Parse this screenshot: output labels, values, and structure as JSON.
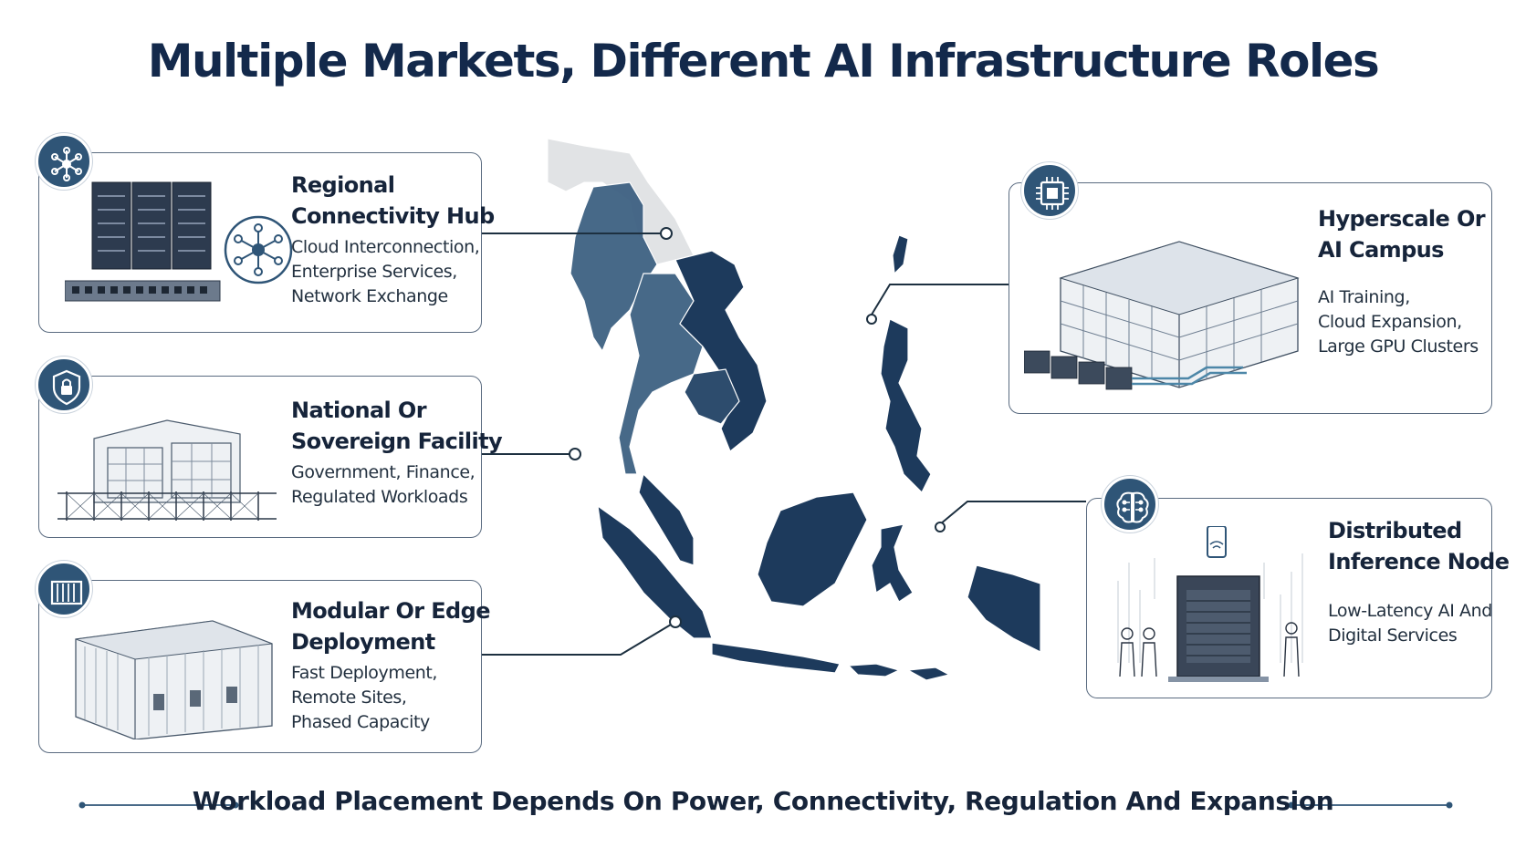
{
  "title": "Multiple Markets, Different AI Infrastructure Roles",
  "cards": [
    {
      "heading": [
        "Regional",
        "Connectivity Hub"
      ],
      "desc": [
        "Cloud Interconnection,",
        "Enterprise Services,",
        "Network Exchange"
      ],
      "icon": "network-hub-icon"
    },
    {
      "heading": [
        "National Or",
        "Sovereign Facility"
      ],
      "desc": [
        "Government, Finance,",
        "Regulated Workloads"
      ],
      "icon": "shield-lock-icon"
    },
    {
      "heading": [
        "Modular Or Edge",
        "Deployment"
      ],
      "desc": [
        "Fast Deployment,",
        "Remote Sites,",
        "Phased Capacity"
      ],
      "icon": "container-icon"
    },
    {
      "heading": [
        "Hyperscale Or",
        "AI Campus"
      ],
      "desc": [
        "AI Training,",
        "Cloud Expansion,",
        "Large GPU Clusters"
      ],
      "icon": "chip-icon"
    },
    {
      "heading": [
        "Distributed",
        "Inference Node"
      ],
      "desc": [
        "Low-Latency AI And",
        "Digital Services"
      ],
      "icon": "brain-icon"
    }
  ],
  "footer": "Workload Placement Depends On Power, Connectivity, Regulation And Expansion",
  "colors": {
    "navy": "#13294b",
    "map_dark": "#1d3a5c",
    "map_mid": "#3e6182",
    "map_light": "#d7dadd",
    "badge": "#2f5577"
  }
}
